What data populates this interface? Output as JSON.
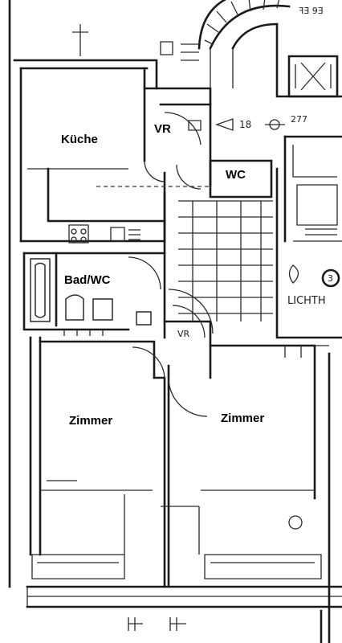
{
  "rooms": {
    "kueche": "Küche",
    "vr_top": "VR",
    "wc": "WC",
    "bad_wc": "Bad/WC",
    "zimmer_left": "Zimmer",
    "zimmer_right": "Zimmer"
  },
  "annotations": {
    "vr_small": "VR",
    "lichthof": "LICHTH",
    "circle_number": "3",
    "step_number": "18",
    "step_number_2": "277",
    "top_code": "ꟻƎ 9Ǝ"
  }
}
